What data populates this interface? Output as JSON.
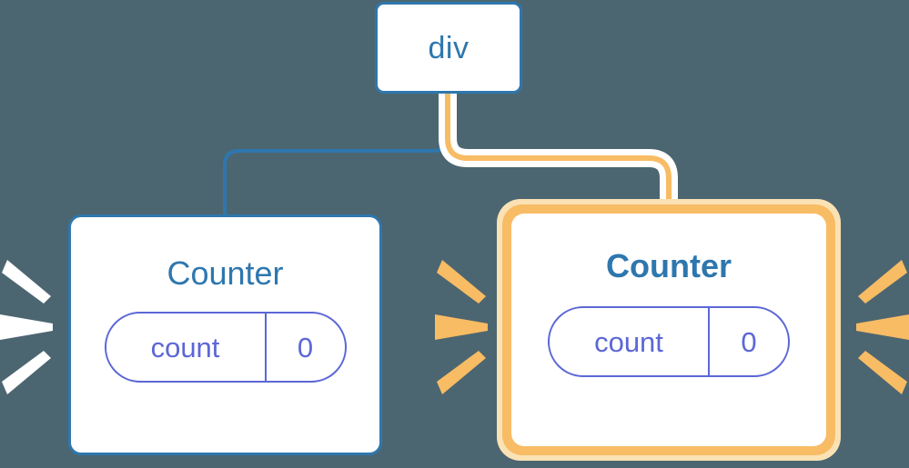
{
  "diagram": {
    "background_color": "#4c6671",
    "root": {
      "label": "div",
      "border_color": "#2e77ae",
      "text_color": "#2e77ae"
    },
    "nodes": [
      {
        "id": "counter-left",
        "title": "Counter",
        "highlighted": false,
        "border_color": "#2e77ae",
        "title_color": "#2e77ae",
        "state": {
          "key": "count",
          "value": "0",
          "color": "#5c67d6"
        },
        "ray_color": "#ffffff"
      },
      {
        "id": "counter-right",
        "title": "Counter",
        "highlighted": true,
        "ring_color": "#f8bc64",
        "glow_color": "#fbe2b4",
        "title_color": "#2e77ae",
        "state": {
          "key": "count",
          "value": "0",
          "color": "#5c67d6"
        },
        "ray_color": "#f8bc64"
      }
    ],
    "connectors": [
      {
        "from": "div",
        "to": "counter-left",
        "color": "#2e77ae",
        "highlighted": false
      },
      {
        "from": "div",
        "to": "counter-right",
        "color": "#f8bc64",
        "halo_color": "#ffffff",
        "highlighted": true
      }
    ]
  }
}
